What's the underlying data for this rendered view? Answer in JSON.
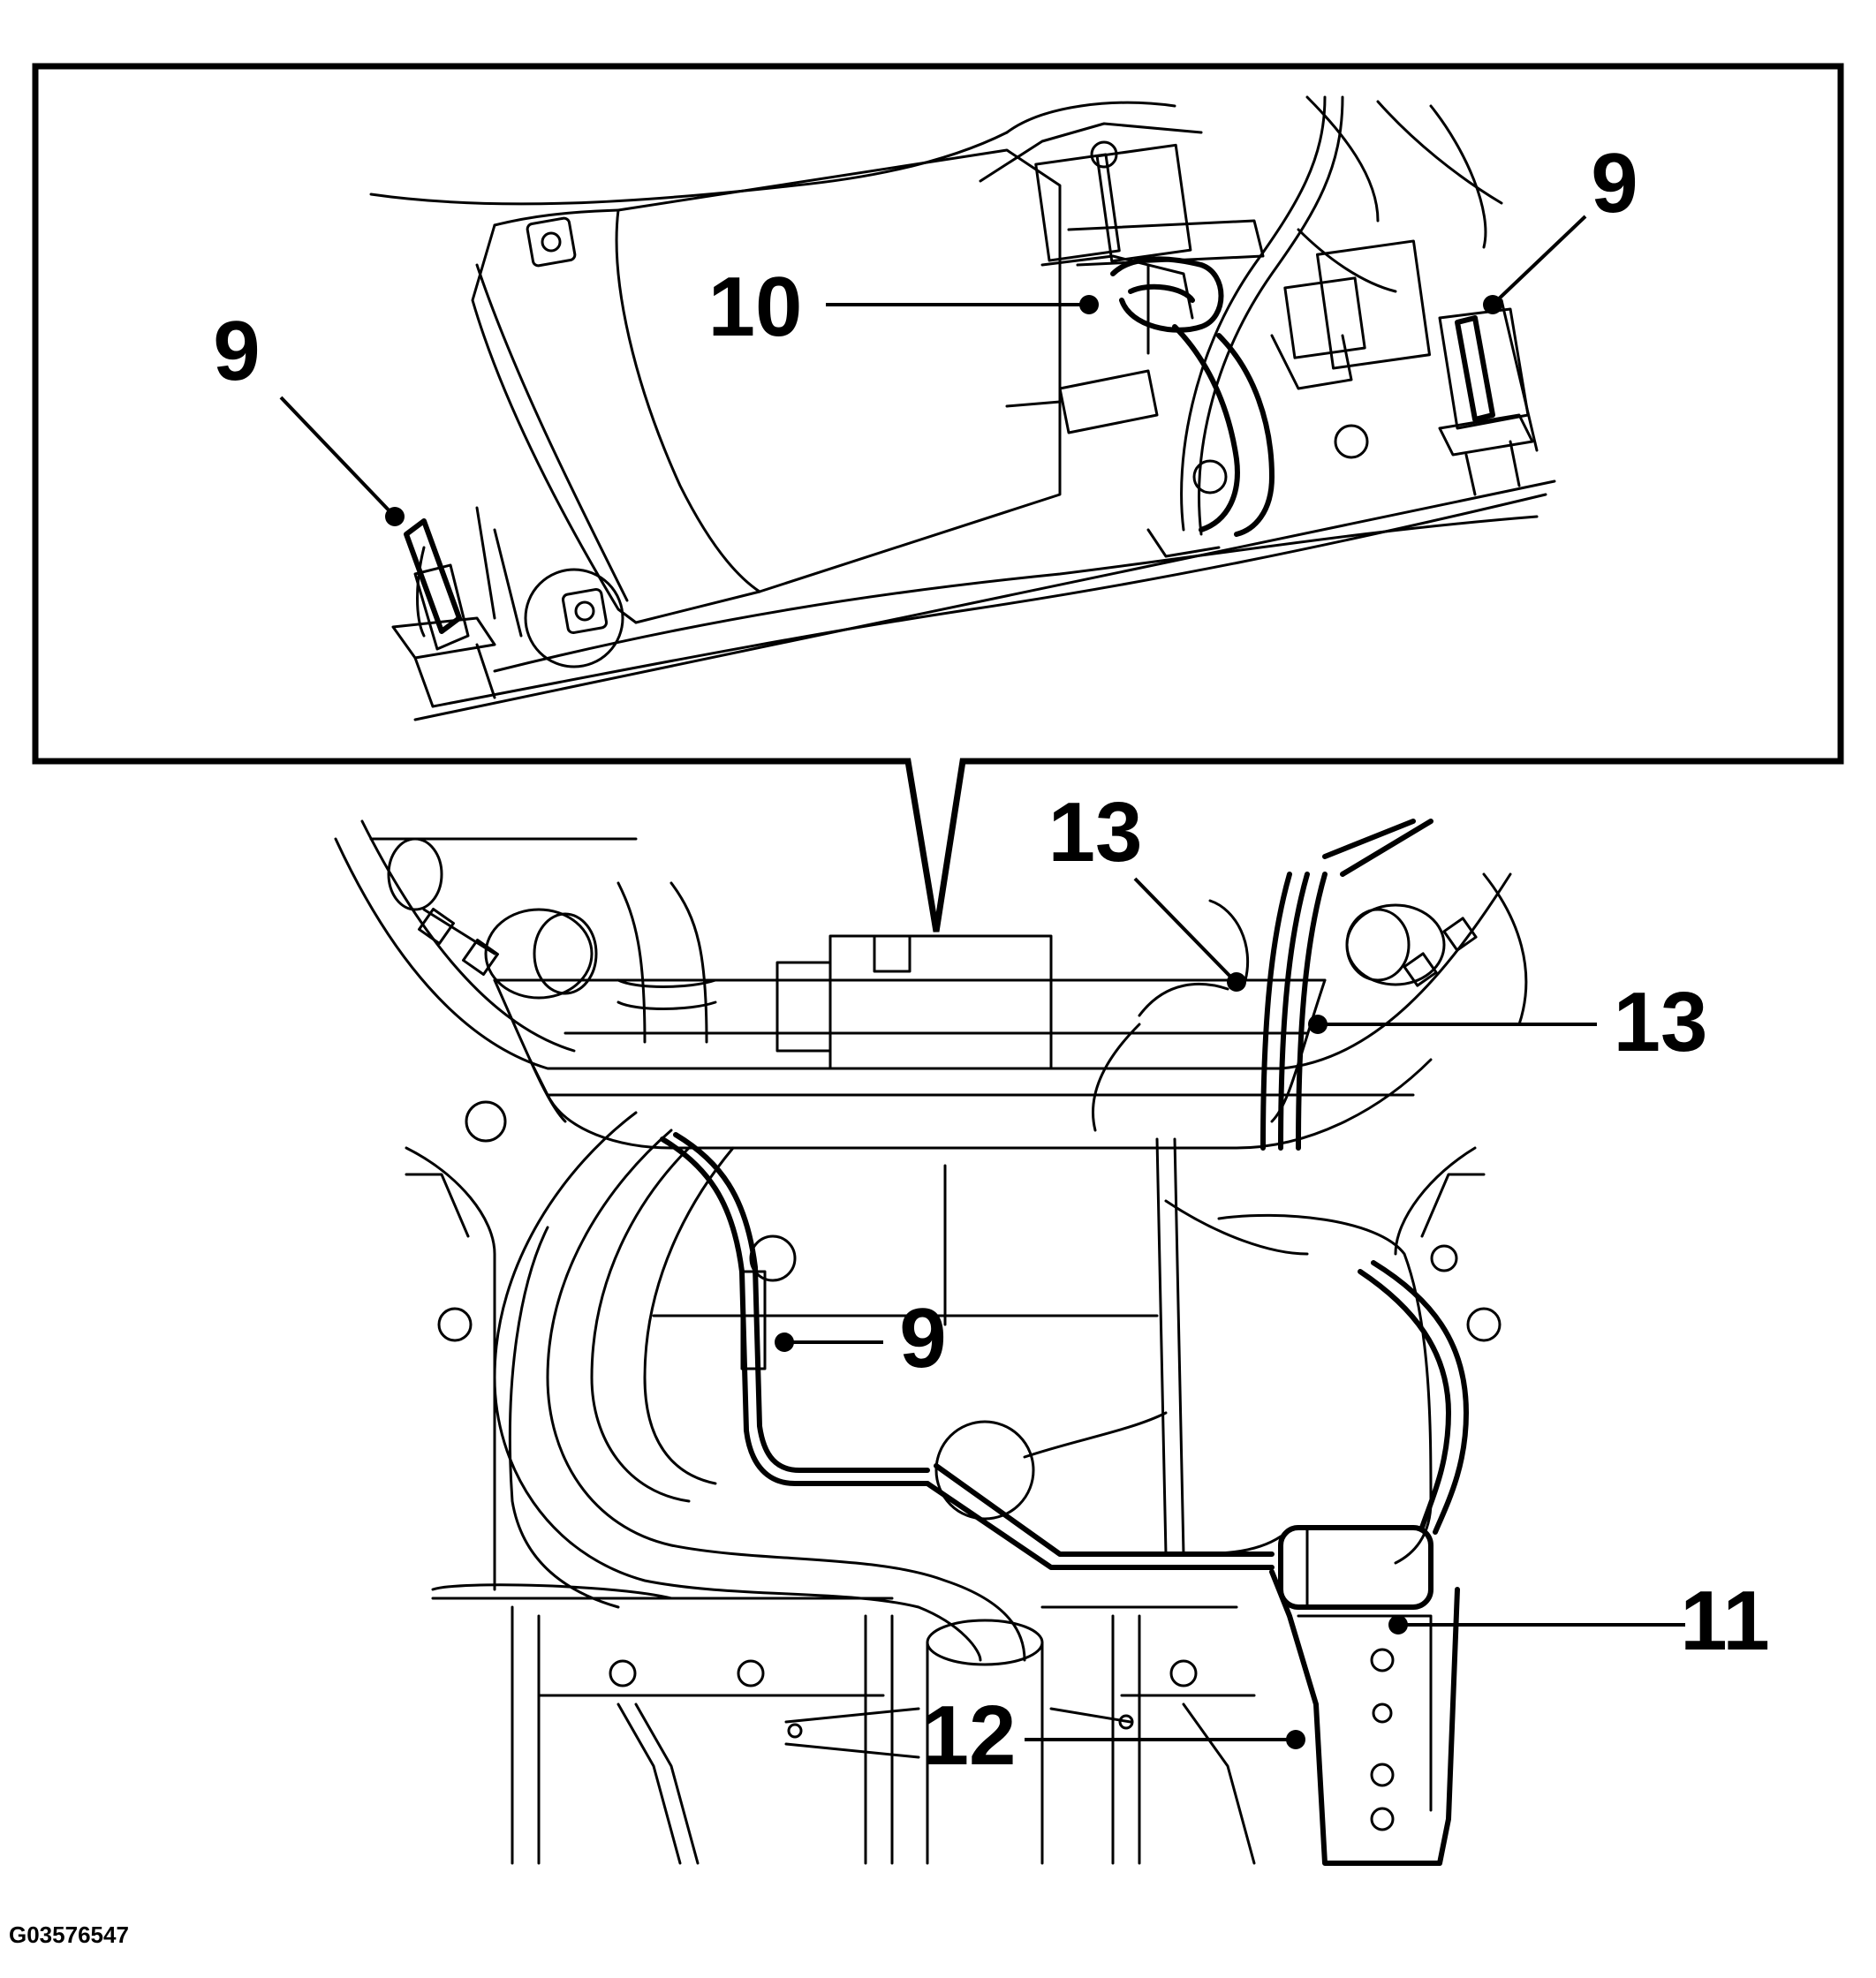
{
  "figure_id": "G03576547",
  "callouts": {
    "inset_left_9": "9",
    "inset_10": "10",
    "inset_right_9": "9",
    "main_13_upper": "13",
    "main_13_right": "13",
    "main_9": "9",
    "main_11": "11",
    "main_12": "12"
  }
}
